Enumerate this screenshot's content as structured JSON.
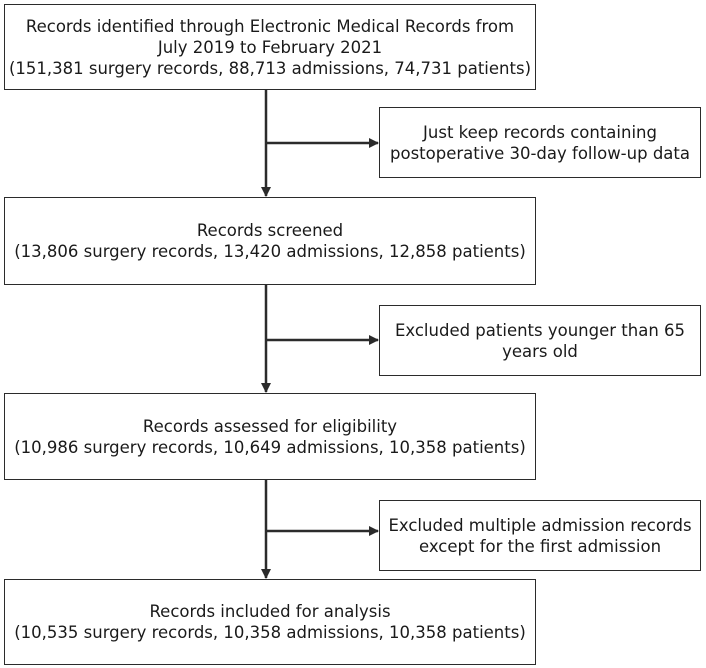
{
  "boxes": {
    "identified": {
      "lines": [
        "Records identified through Electronic Medical Records from",
        "July 2019 to February 2021",
        "(151,381 surgery records, 88,713 admissions, 74,731 patients)"
      ]
    },
    "side_keep_followup": {
      "lines": [
        "Just keep records containing",
        "postoperative 30-day follow-up data"
      ]
    },
    "screened": {
      "lines": [
        "Records screened",
        "(13,806 surgery records, 13,420 admissions, 12,858 patients)"
      ]
    },
    "side_exclude_age": {
      "lines": [
        "Excluded patients younger than 65",
        "years old"
      ]
    },
    "eligibility": {
      "lines": [
        "Records assessed for eligibility",
        "(10,986 surgery records, 10,649 admissions, 10,358 patients)"
      ]
    },
    "side_exclude_multiple": {
      "lines": [
        "Excluded multiple admission records",
        "except for the first admission"
      ]
    },
    "included": {
      "lines": [
        "Records included for analysis",
        "(10,535 surgery records, 10,358 admissions, 10,358 patients)"
      ]
    }
  }
}
